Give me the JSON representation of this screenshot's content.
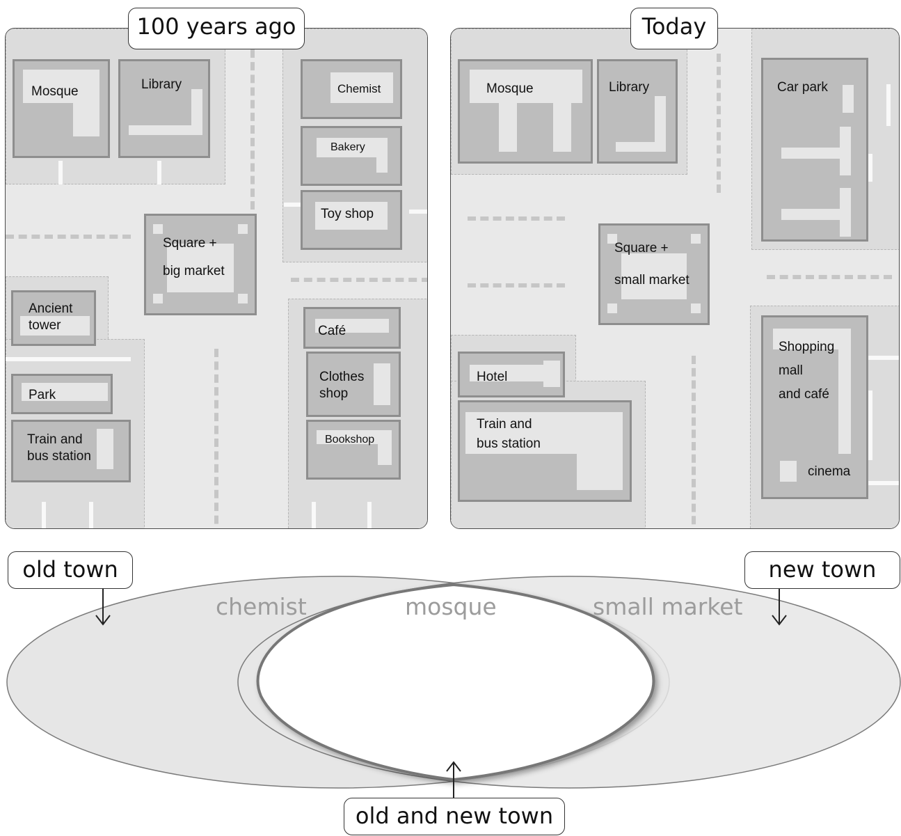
{
  "maps": {
    "old": {
      "title": "100 years ago",
      "buildings": {
        "mosque": "Mosque",
        "library": "Library",
        "chemist": "Chemist",
        "bakery": "Bakery",
        "toy_shop": "Toy shop",
        "square": "Square +\nbig market",
        "ancient_tower": "Ancient\ntower",
        "park": "Park",
        "train_station": "Train and\nbus station",
        "cafe": "Café",
        "clothes_shop": "Clothes\nshop",
        "bookshop": "Bookshop"
      }
    },
    "new": {
      "title": "Today",
      "buildings": {
        "mosque": "Mosque",
        "library": "Library",
        "car_park": "Car park",
        "square": "Square +\nsmall market",
        "hotel": "Hotel",
        "train_station": "Train and\nbus station",
        "shopping_mall": "Shopping\nmall\nand café",
        "cinema": "cinema"
      }
    }
  },
  "venn": {
    "left_label": "old town",
    "right_label": "new town",
    "center_label": "old and new town",
    "words": {
      "left": "chemist",
      "center": "mosque",
      "right": "small market"
    },
    "colors": {
      "fill": "#e6e6e6",
      "outline": "#7a7a7a",
      "center": "#ffffff"
    }
  }
}
